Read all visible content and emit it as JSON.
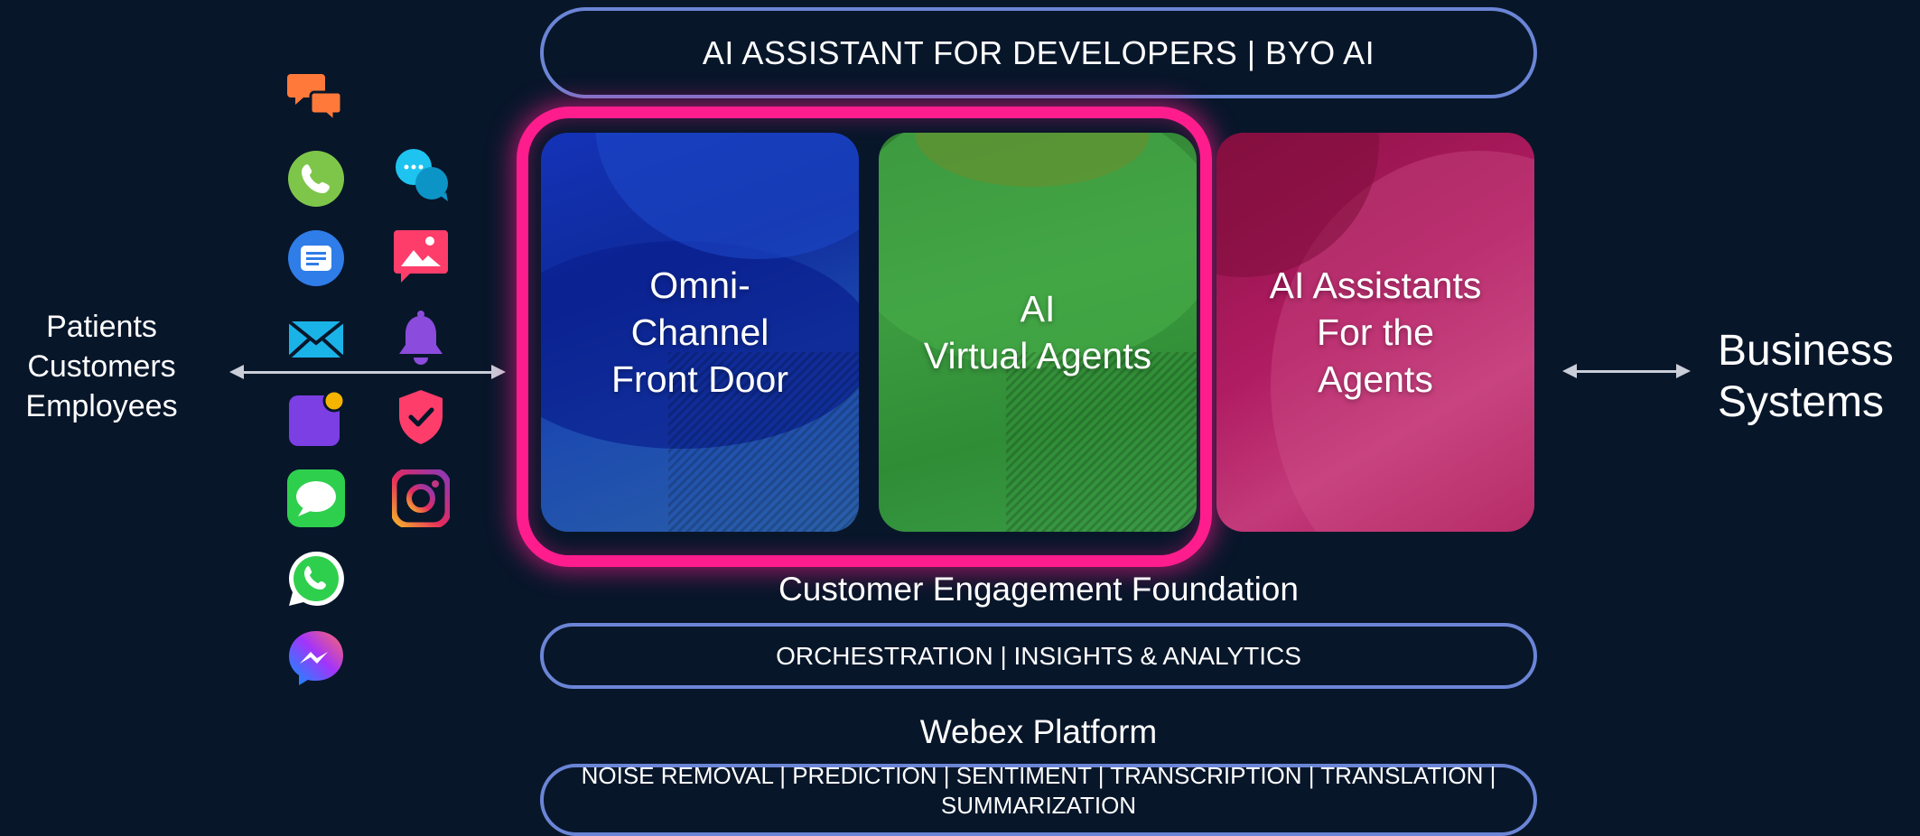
{
  "header": {
    "banner": "AI ASSISTANT FOR DEVELOPERS | BYO AI"
  },
  "audience": {
    "lines": [
      "Patients",
      "Customers",
      "Employees"
    ]
  },
  "business": {
    "lines": [
      "Business",
      "Systems"
    ]
  },
  "cards": {
    "omni": {
      "lines": [
        "Omni-",
        "Channel",
        "Front Door"
      ]
    },
    "virtual": {
      "lines": [
        "AI",
        "Virtual Agents"
      ]
    },
    "assistants": {
      "lines": [
        "AI Assistants",
        "For the",
        "Agents"
      ]
    }
  },
  "foundation": {
    "title": "Customer Engagement Foundation",
    "bar": "ORCHESTRATION | INSIGHTS & ANALYTICS"
  },
  "platform": {
    "title": "Webex Platform",
    "bar_line1": "NOISE REMOVAL | PREDICTION | SENTIMENT | TRANSCRIPTION | TRANSLATION |",
    "bar_line2": "SUMMARIZATION"
  },
  "channel_icons": [
    "chat-bubbles-icon",
    "phone-icon",
    "group-chat-icon",
    "sms-message-icon",
    "image-message-icon",
    "email-icon",
    "notification-bell-icon",
    "app-notification-icon",
    "security-shield-icon",
    "imessage-icon",
    "instagram-icon",
    "whatsapp-icon",
    "messenger-icon"
  ],
  "colors": {
    "background": "#08162a",
    "pill_border": "#6b85d6",
    "highlight": "#ff1d8e",
    "card_omni": "#1433b8",
    "card_virtual": "#3c9a3f",
    "card_assist": "#b01c62"
  }
}
